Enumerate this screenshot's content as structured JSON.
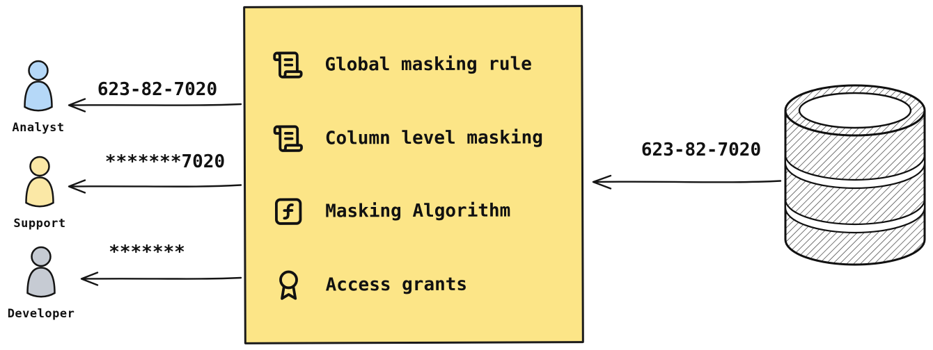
{
  "personas": [
    {
      "name": "Analyst",
      "received_value": "623-82-7020",
      "fill": "#b5d8f8"
    },
    {
      "name": "Support",
      "received_value": "*******7020",
      "fill": "#fbe8a6"
    },
    {
      "name": "Developer",
      "received_value": "*******",
      "fill": "#c6cbd3"
    }
  ],
  "masking_panel": {
    "background": "#fce587",
    "items": [
      {
        "icon": "scroll-text-icon",
        "label": "Global masking rule"
      },
      {
        "icon": "scroll-text-icon",
        "label": "Column level masking"
      },
      {
        "icon": "function-square-icon",
        "label": "Masking Algorithm"
      },
      {
        "icon": "award-icon",
        "label": "Access grants"
      }
    ]
  },
  "database": {
    "icon": "database-icon",
    "outgoing_value": "623-82-7020"
  }
}
